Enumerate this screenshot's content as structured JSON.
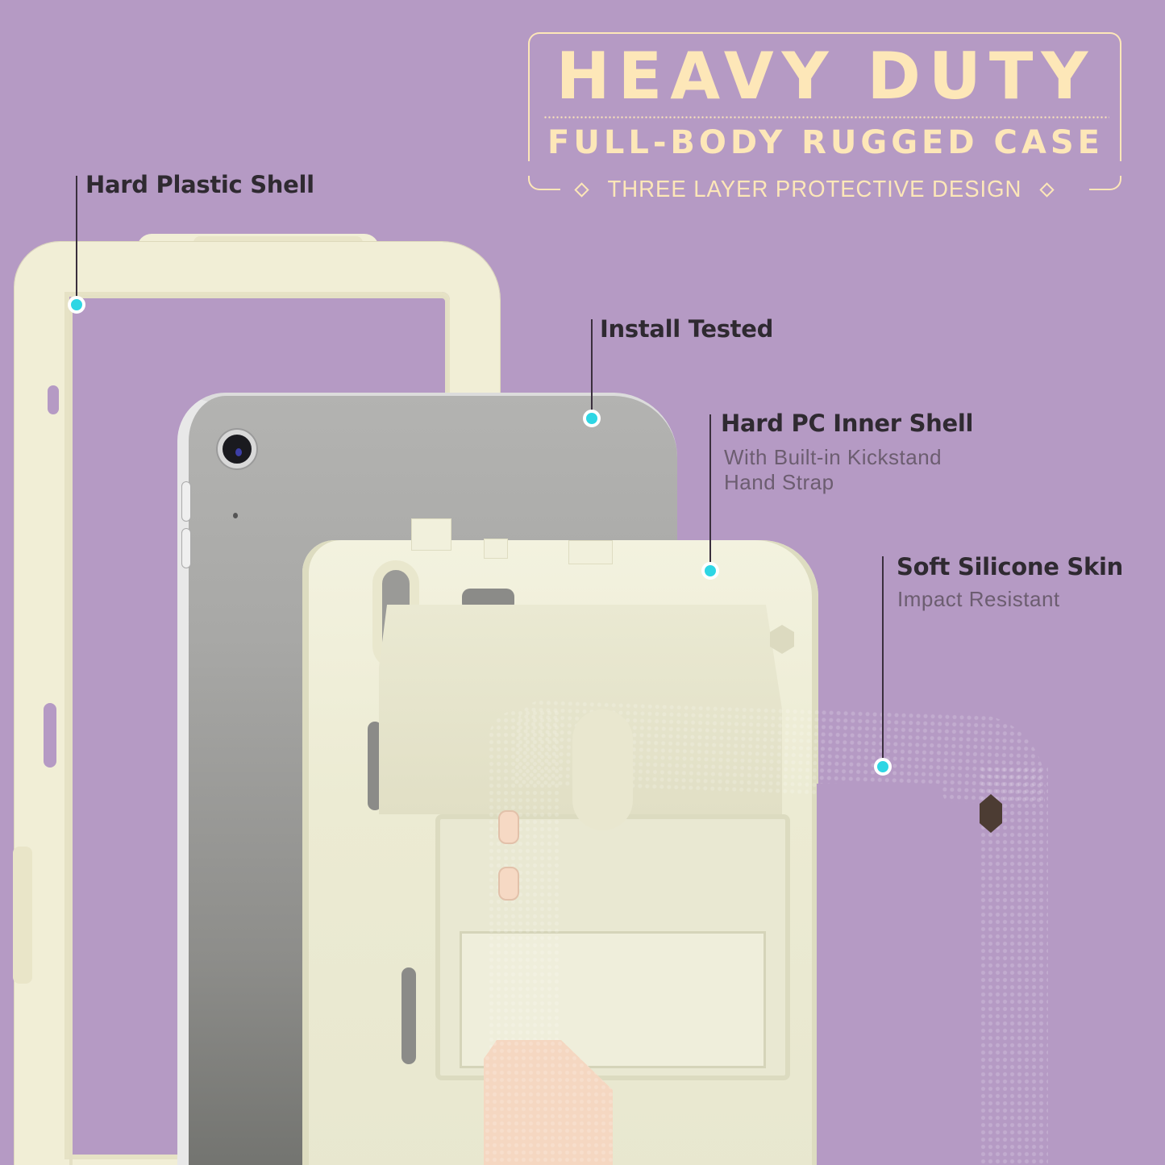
{
  "header": {
    "headline": "HEAVY DUTY",
    "subheadline": "FULL-BODY RUGGED CASE",
    "tagline": "THREE LAYER PROTECTIVE DESIGN",
    "tagline_icon": "diamond-outline-icon"
  },
  "callouts": [
    {
      "id": "hard-plastic-shell",
      "title": "Hard Plastic Shell",
      "subtitle": []
    },
    {
      "id": "install-tested",
      "title": "Install Tested",
      "subtitle": []
    },
    {
      "id": "hard-pc-inner-shell",
      "title": "Hard PC Inner Shell",
      "subtitle": [
        "With Built-in Kickstand",
        "Hand Strap"
      ]
    },
    {
      "id": "soft-silicone-skin",
      "title": "Soft Silicone Skin",
      "subtitle": [
        "Impact Resistant"
      ]
    }
  ],
  "colors": {
    "background": "#b59ac4",
    "title_text": "#fde7b8",
    "callout_dot": "#2ed6e4",
    "callout_text": "#2f2a31",
    "callout_subtext": "#6c5d70",
    "shell_cream": "#f1eed6",
    "skin_pink": "#f5d7c1",
    "ipad_silver": "#a8a8a6"
  }
}
